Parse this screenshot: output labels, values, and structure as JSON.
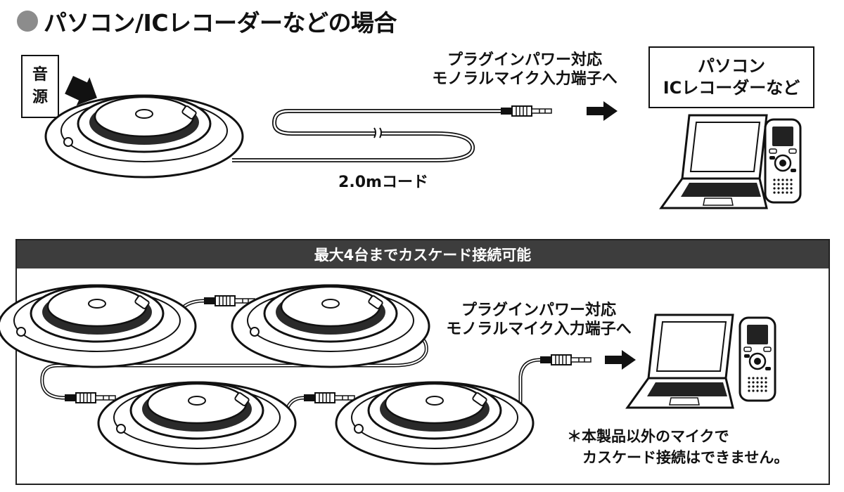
{
  "title": "パソコン/ICレコーダーなどの場合",
  "top_section": {
    "source_label_1": "音",
    "source_label_2": "源",
    "input_label_line1": "プラグインパワー対応",
    "input_label_line2": "モノラルマイク入力端子へ",
    "cord_label": "2.0mコード",
    "device_line1": "パソコン",
    "device_line2": "ICレコーダーなど"
  },
  "cascade_section": {
    "header": "最大4台までカスケード接続可能",
    "input_label_line1": "プラグインパワー対応",
    "input_label_line2": "モノラルマイク入力端子へ",
    "note_line1": "＊本製品以外のマイクで",
    "note_line2": "カスケード接続はできません。"
  },
  "icons": [
    "microphone-icon",
    "plug-icon",
    "arrow-right-icon",
    "laptop-icon",
    "ic-recorder-icon",
    "title-bullet-icon"
  ],
  "colors": {
    "ink": "#111111",
    "header_bg": "#3d3d3d",
    "bullet": "#8c8c8c"
  }
}
